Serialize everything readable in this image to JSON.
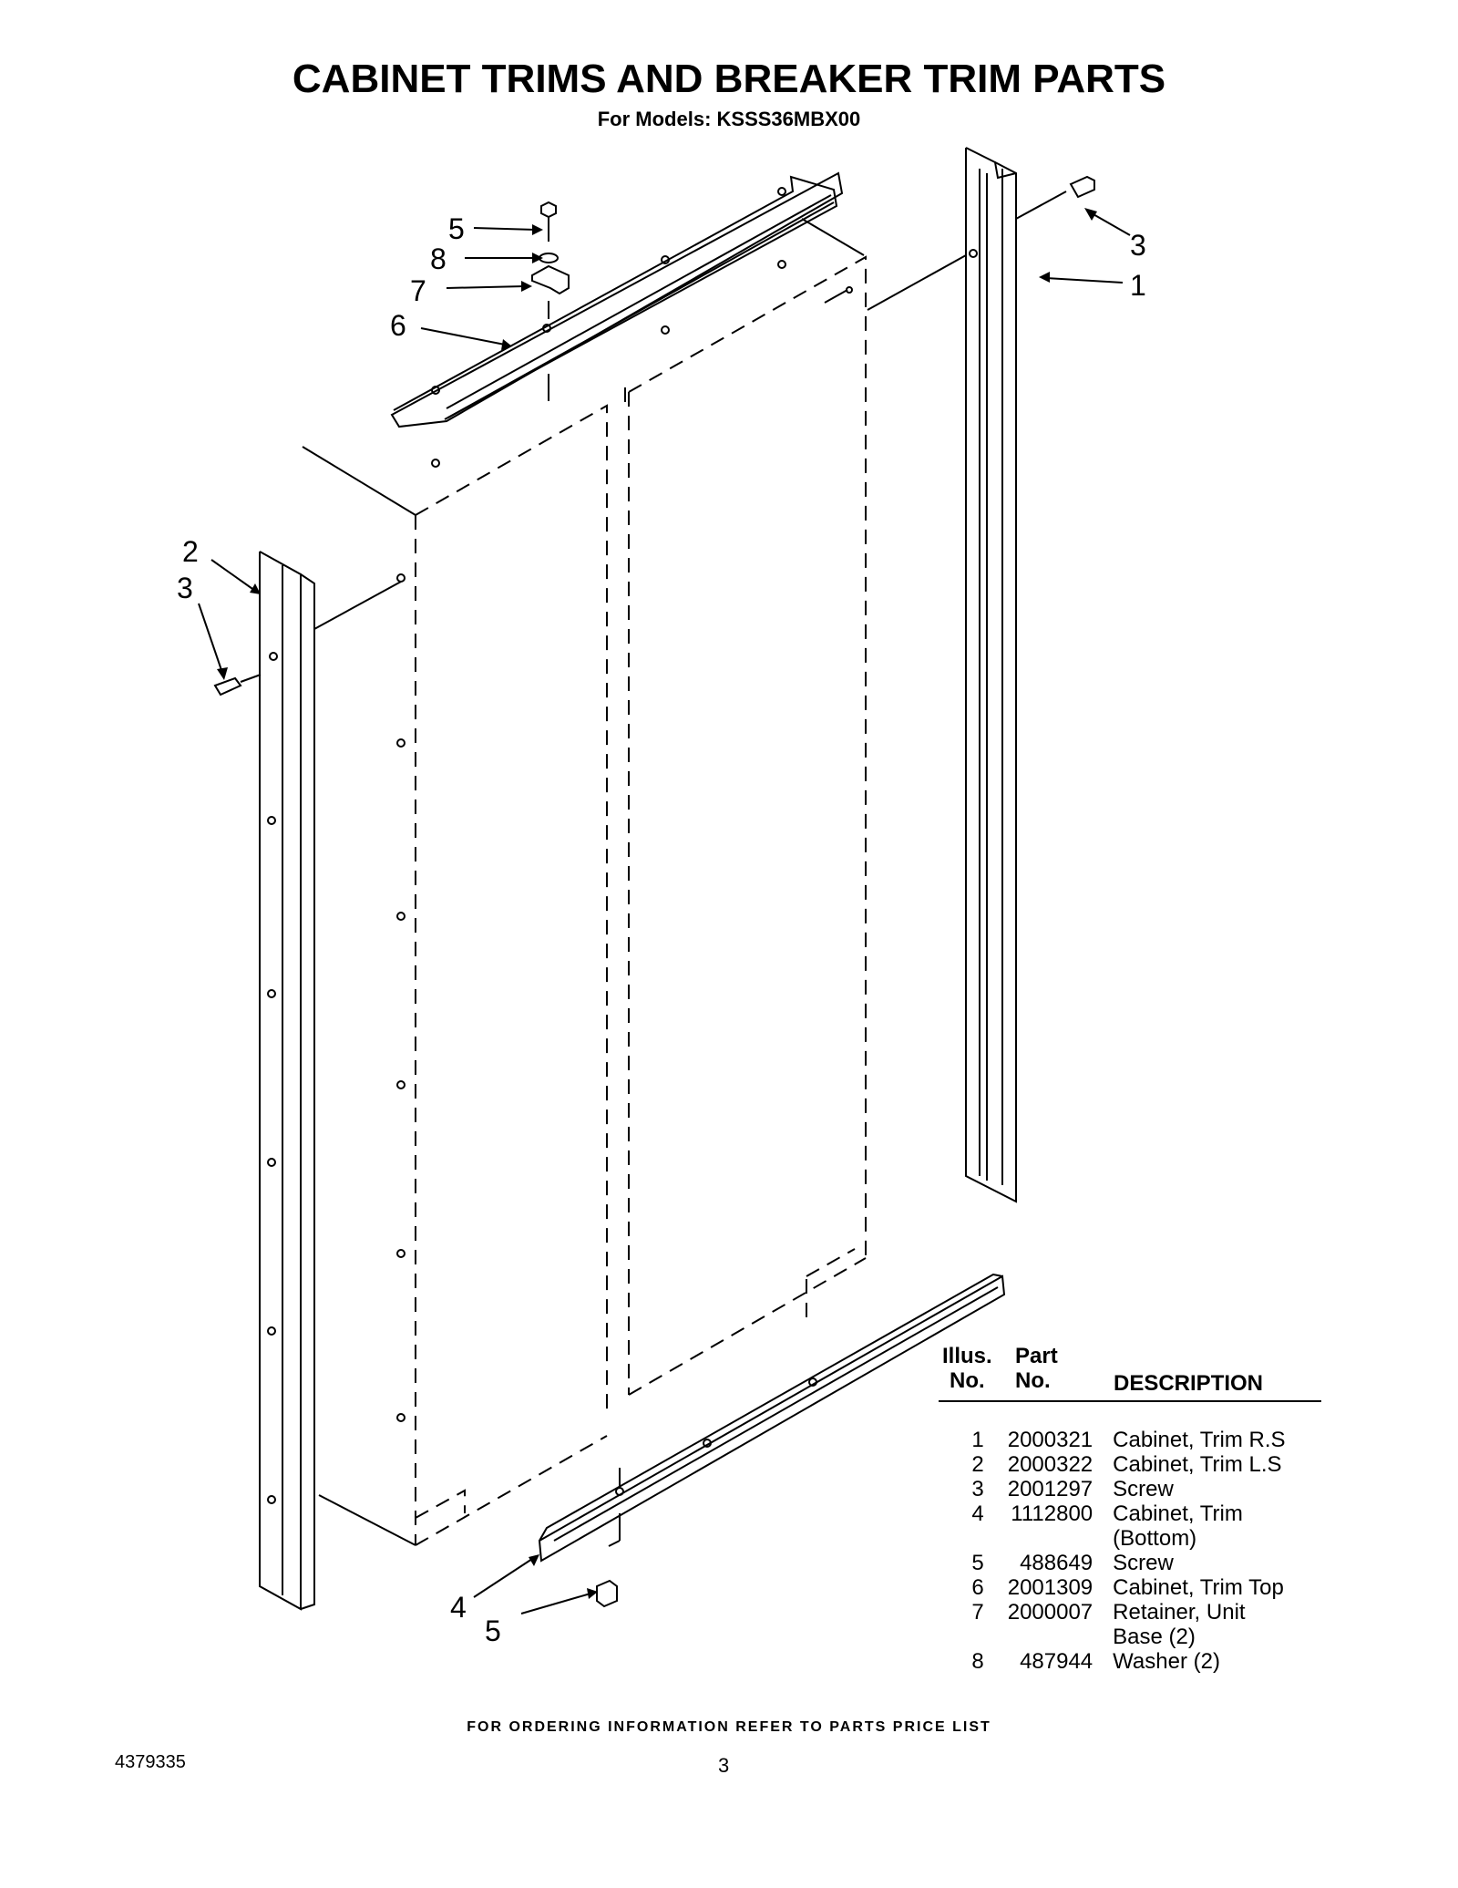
{
  "header": {
    "title": "CABINET TRIMS AND BREAKER TRIM PARTS",
    "subtitle": "For Models: KSSS36MBX00"
  },
  "diagram": {
    "callouts": [
      "5",
      "8",
      "7",
      "6",
      "3",
      "1",
      "2",
      "3",
      "4",
      "5"
    ]
  },
  "parts_table": {
    "headers": {
      "illus": "Illus.",
      "illus_no": "No.",
      "part": "Part",
      "part_no": "No.",
      "description": "DESCRIPTION"
    },
    "rows": [
      {
        "no": "1",
        "part": "2000321",
        "description": "Cabinet, Trim R.S"
      },
      {
        "no": "2",
        "part": "2000322",
        "description": "Cabinet, Trim L.S"
      },
      {
        "no": "3",
        "part": "2001297",
        "description": "Screw"
      },
      {
        "no": "4",
        "part": "1112800",
        "description": "Cabinet, Trim\n(Bottom)"
      },
      {
        "no": "5",
        "part": "488649",
        "description": "Screw"
      },
      {
        "no": "6",
        "part": "2001309",
        "description": "Cabinet, Trim Top"
      },
      {
        "no": "7",
        "part": "2000007",
        "description": "Retainer, Unit\nBase (2)"
      },
      {
        "no": "8",
        "part": "487944",
        "description": "Washer (2)"
      }
    ]
  },
  "footer": {
    "note": "FOR ORDERING INFORMATION REFER TO PARTS PRICE LIST",
    "doc_number": "4379335",
    "page_number": "3"
  }
}
